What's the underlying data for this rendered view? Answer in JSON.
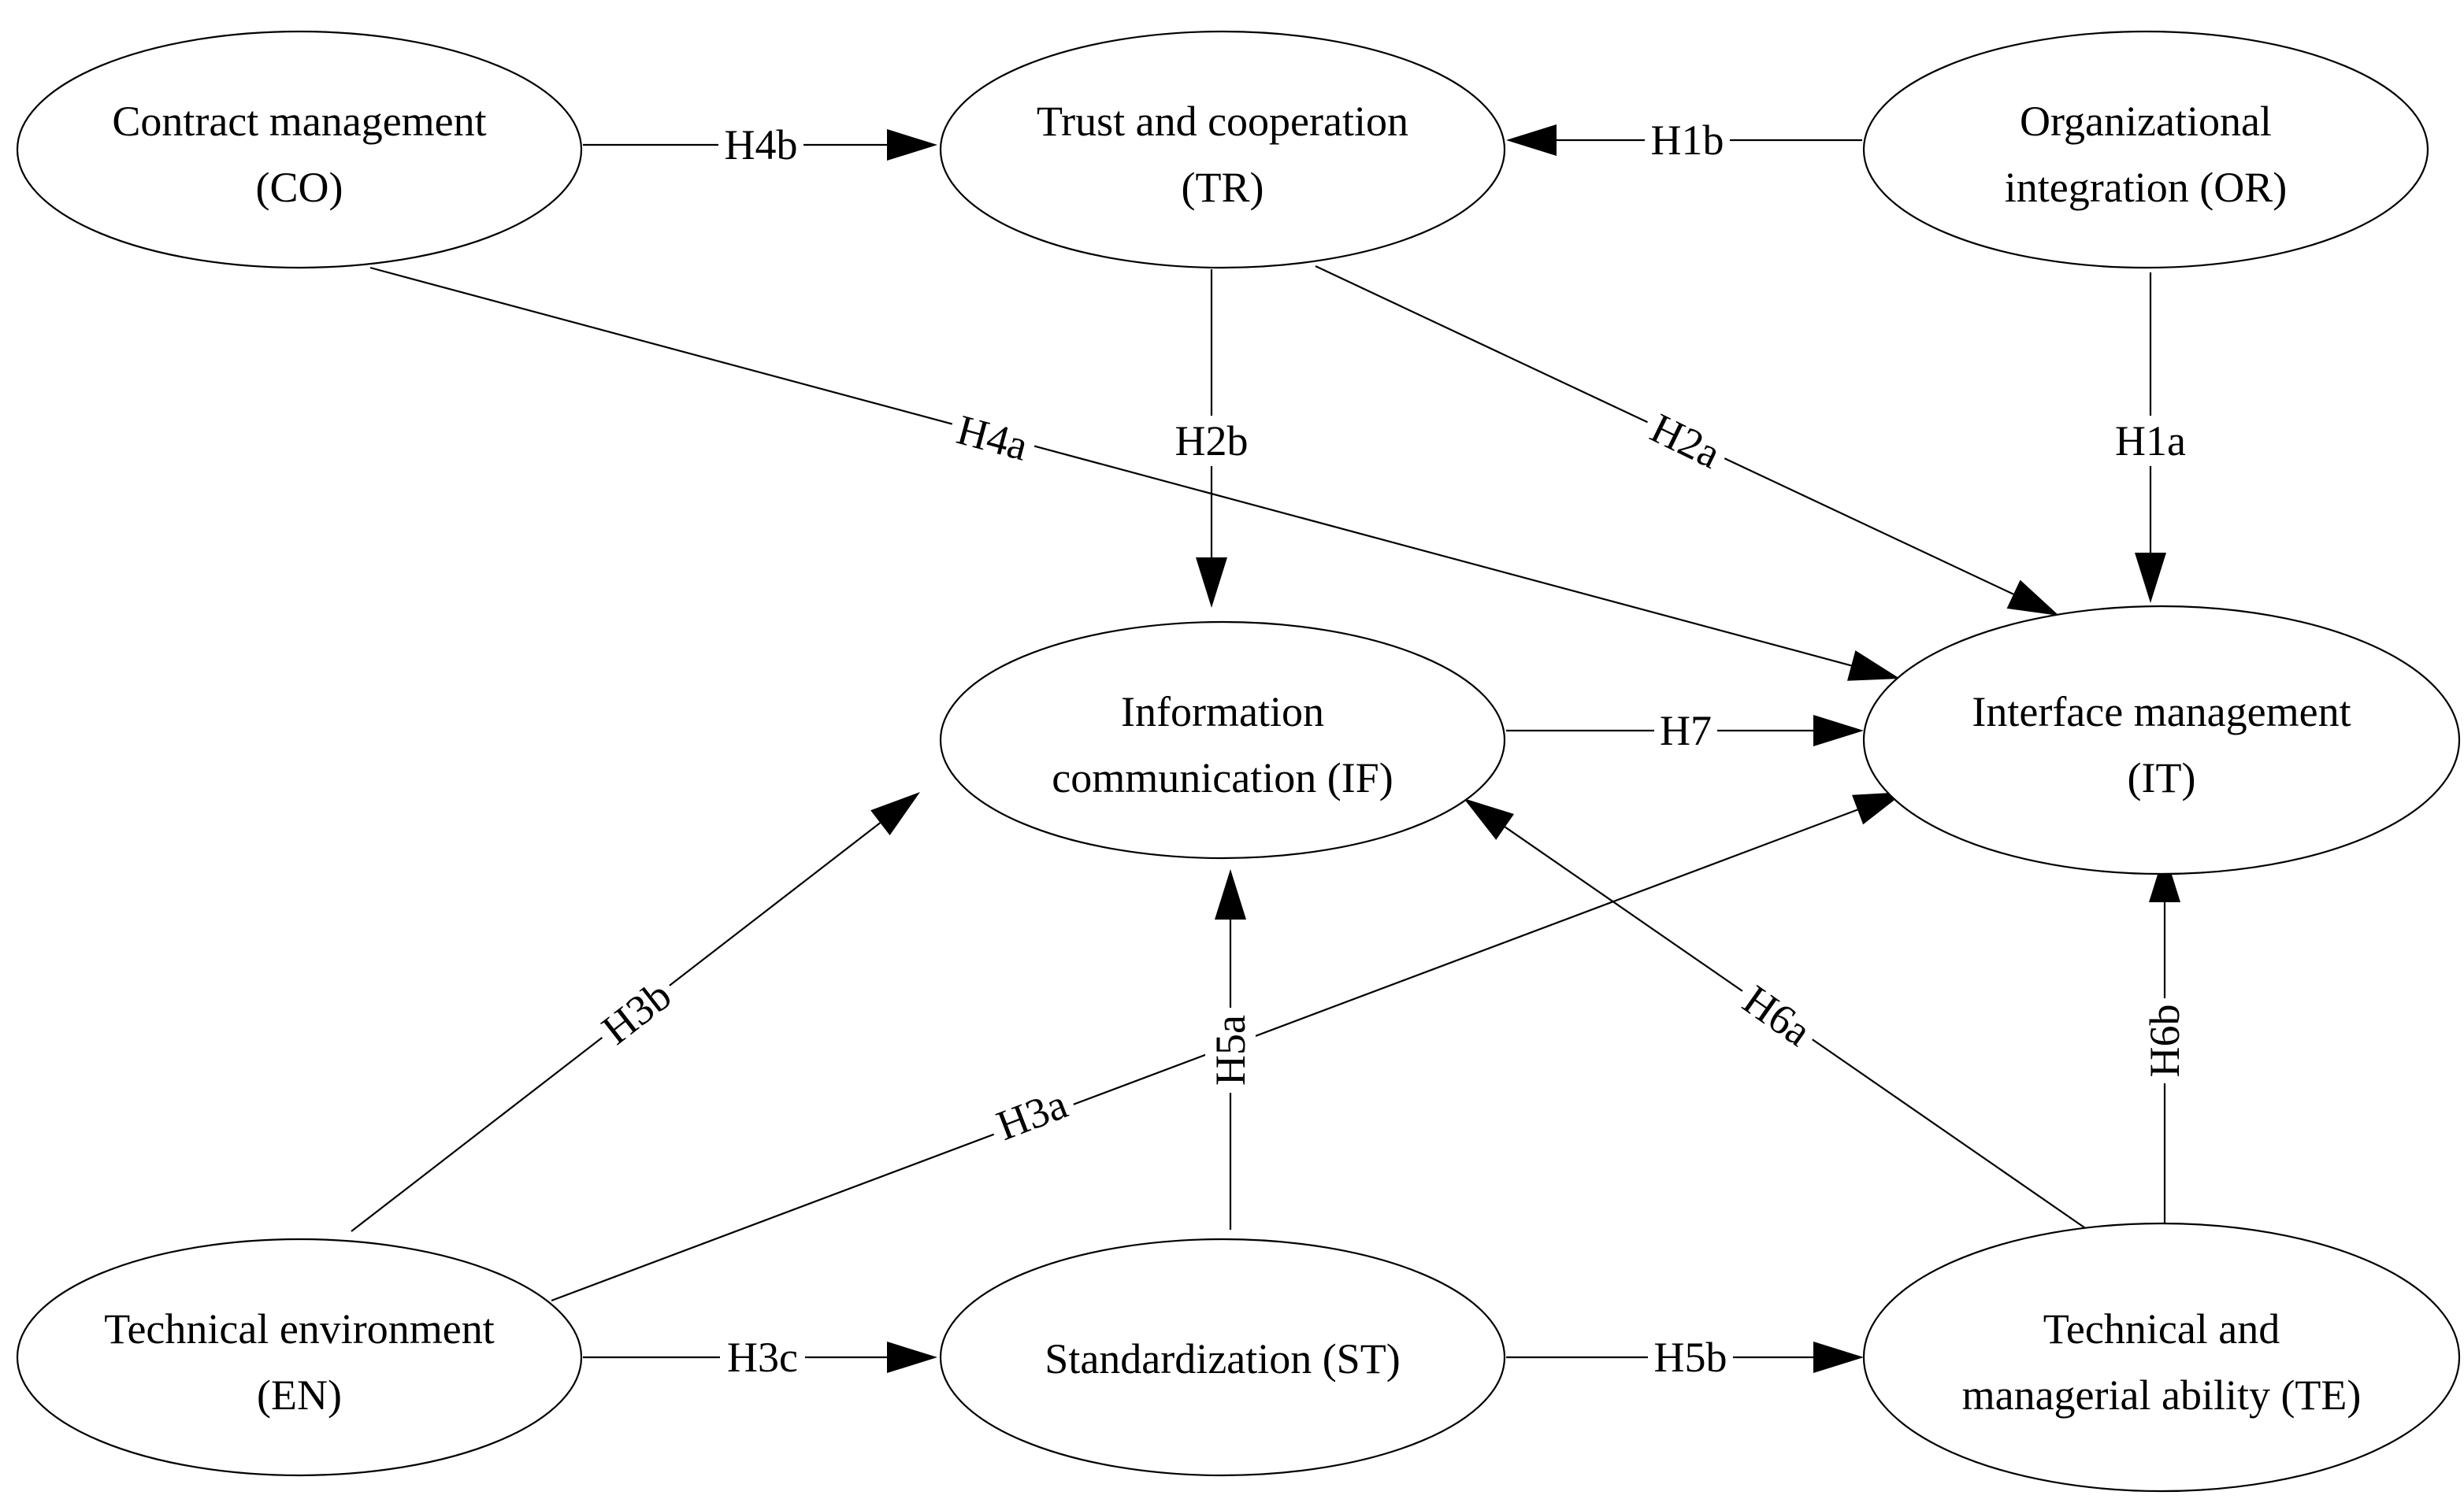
{
  "diagram": {
    "nodes": [
      {
        "id": "CO",
        "line1": "Contract management",
        "line2": "(CO)"
      },
      {
        "id": "TR",
        "line1": "Trust and cooperation",
        "line2": "(TR)"
      },
      {
        "id": "OR",
        "line1": "Organizational",
        "line2": "integration (OR)"
      },
      {
        "id": "IF",
        "line1": "Information",
        "line2": "communication (IF)"
      },
      {
        "id": "IT",
        "line1": "Interface management",
        "line2": "(IT)"
      },
      {
        "id": "EN",
        "line1": "Technical environment",
        "line2": "(EN)"
      },
      {
        "id": "ST",
        "line1": "Standardization (ST)",
        "line2": ""
      },
      {
        "id": "TE",
        "line1": "Technical and",
        "line2": "managerial ability (TE)"
      }
    ],
    "edges": [
      {
        "id": "H4b",
        "label": "H4b",
        "from": "CO",
        "to": "TR"
      },
      {
        "id": "H1b",
        "label": "H1b",
        "from": "OR",
        "to": "TR"
      },
      {
        "id": "H4a",
        "label": "H4a",
        "from": "CO",
        "to": "IT"
      },
      {
        "id": "H2b",
        "label": "H2b",
        "from": "TR",
        "to": "IF"
      },
      {
        "id": "H2a",
        "label": "H2a",
        "from": "TR",
        "to": "IT"
      },
      {
        "id": "H1a",
        "label": "H1a",
        "from": "OR",
        "to": "IT"
      },
      {
        "id": "H7",
        "label": "H7",
        "from": "IF",
        "to": "IT"
      },
      {
        "id": "H3b",
        "label": "H3b",
        "from": "EN",
        "to": "IF"
      },
      {
        "id": "H3a",
        "label": "H3a",
        "from": "EN",
        "to": "IT"
      },
      {
        "id": "H5a",
        "label": "H5a",
        "from": "ST",
        "to": "IF"
      },
      {
        "id": "H6a",
        "label": "H6a",
        "from": "TE",
        "to": "IF"
      },
      {
        "id": "H6b",
        "label": "H6b",
        "from": "TE",
        "to": "IT"
      },
      {
        "id": "H3c",
        "label": "H3c",
        "from": "EN",
        "to": "ST"
      },
      {
        "id": "H5b",
        "label": "H5b",
        "from": "ST",
        "to": "TE"
      }
    ]
  }
}
